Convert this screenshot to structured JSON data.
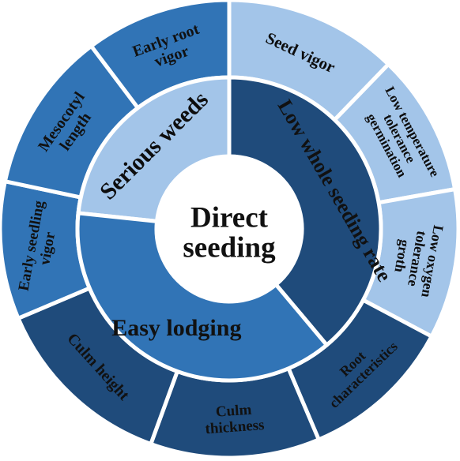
{
  "center": {
    "lines": [
      "Direct",
      "seeding"
    ]
  },
  "colors": {
    "light": "#a3c5e9",
    "mid": "#3174b6",
    "dark": "#1f4b7b",
    "dark_text": "#111111",
    "light_text": "#0d0d0d"
  },
  "inner_ring": [
    {
      "name": "serious-weeds",
      "lines": [
        "Serious weeds"
      ],
      "color": "light"
    },
    {
      "name": "low-whole-seeding-rate",
      "lines": [
        "Low whole seeding rate"
      ],
      "color": "dark"
    },
    {
      "name": "easy-lodging",
      "lines": [
        "Easy lodging"
      ],
      "color": "mid"
    }
  ],
  "outer_ring": [
    {
      "name": "seed-vigor",
      "lines": [
        "Seed vigor"
      ],
      "color": "light"
    },
    {
      "name": "low-temperature-tolerance-germination",
      "lines": [
        "Low temperature",
        "tolerance",
        "germination"
      ],
      "color": "light"
    },
    {
      "name": "low-oxygen-tolerance-groth",
      "lines": [
        "Low oxygen",
        "tolerance",
        "groth"
      ],
      "color": "light"
    },
    {
      "name": "root-characteristics",
      "lines": [
        "Root",
        "characteristics"
      ],
      "color": "dark"
    },
    {
      "name": "culm-thickness",
      "lines": [
        "Culm",
        "thickness"
      ],
      "color": "dark"
    },
    {
      "name": "culm-height",
      "lines": [
        "Culm height"
      ],
      "color": "dark"
    },
    {
      "name": "early-seedling-vigor",
      "lines": [
        "Early seedling",
        "vigor"
      ],
      "color": "mid"
    },
    {
      "name": "mesocotyl-length",
      "lines": [
        "Mesocotyl",
        "length"
      ],
      "color": "mid"
    },
    {
      "name": "early-root-vigor",
      "lines": [
        "Early root",
        "vigor"
      ],
      "color": "mid"
    }
  ]
}
